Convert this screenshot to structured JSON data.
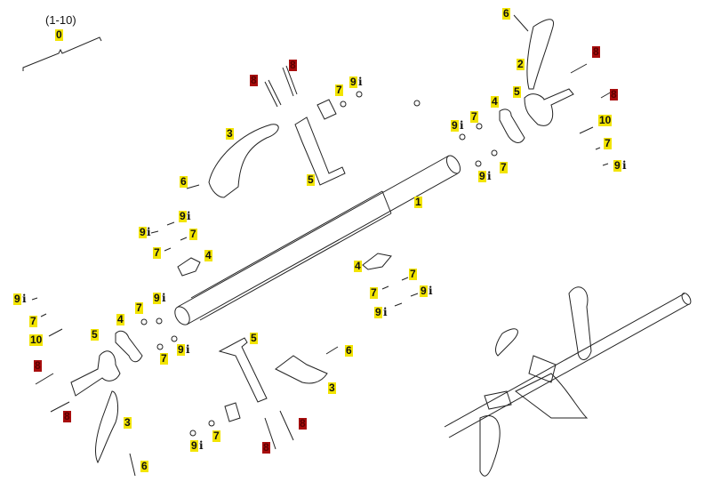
{
  "assembly": {
    "range": "(1-10)",
    "number": "0"
  },
  "parts": {
    "p1": "1",
    "p2": "2",
    "p3": "3",
    "p4": "4",
    "p5": "5",
    "p6": "6",
    "p7": "7",
    "p8": "8",
    "p9": "9",
    "p10": "10"
  },
  "info_marker": "i",
  "colors": {
    "highlight": "#f2e400",
    "unavailable": "#a80d0d",
    "line": "#222222"
  }
}
